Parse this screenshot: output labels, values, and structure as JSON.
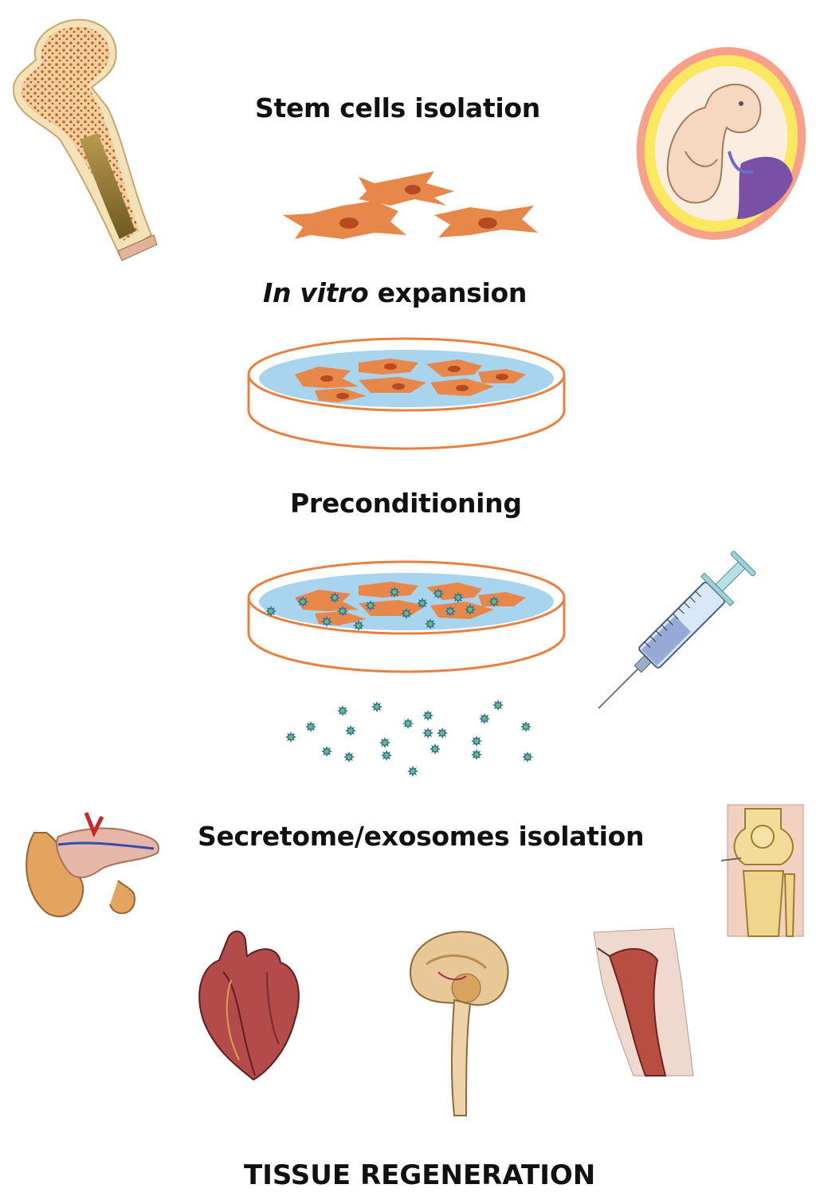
{
  "steps": {
    "isolation": "Stem cells isolation",
    "expansion_italic": "In vitro",
    "expansion_rest": " expansion",
    "preconditioning": "Preconditioning",
    "secretome": "Secretome/exosomes isolation",
    "outcome": "TISSUE REGENERATION"
  },
  "colors": {
    "cell": "#e8874a",
    "cell_nucleus": "#b54a22",
    "dish_rim": "#e8813f",
    "medium": "#a9d4ee",
    "exosome": "#2e6fb8",
    "exosome_core": "#6fc24a"
  },
  "icons": [
    "bone-icon",
    "fetus-icon",
    "syringe-icon",
    "pancreas-icon",
    "knee-icon",
    "heart-icon",
    "brain-icon",
    "throat-icon"
  ]
}
